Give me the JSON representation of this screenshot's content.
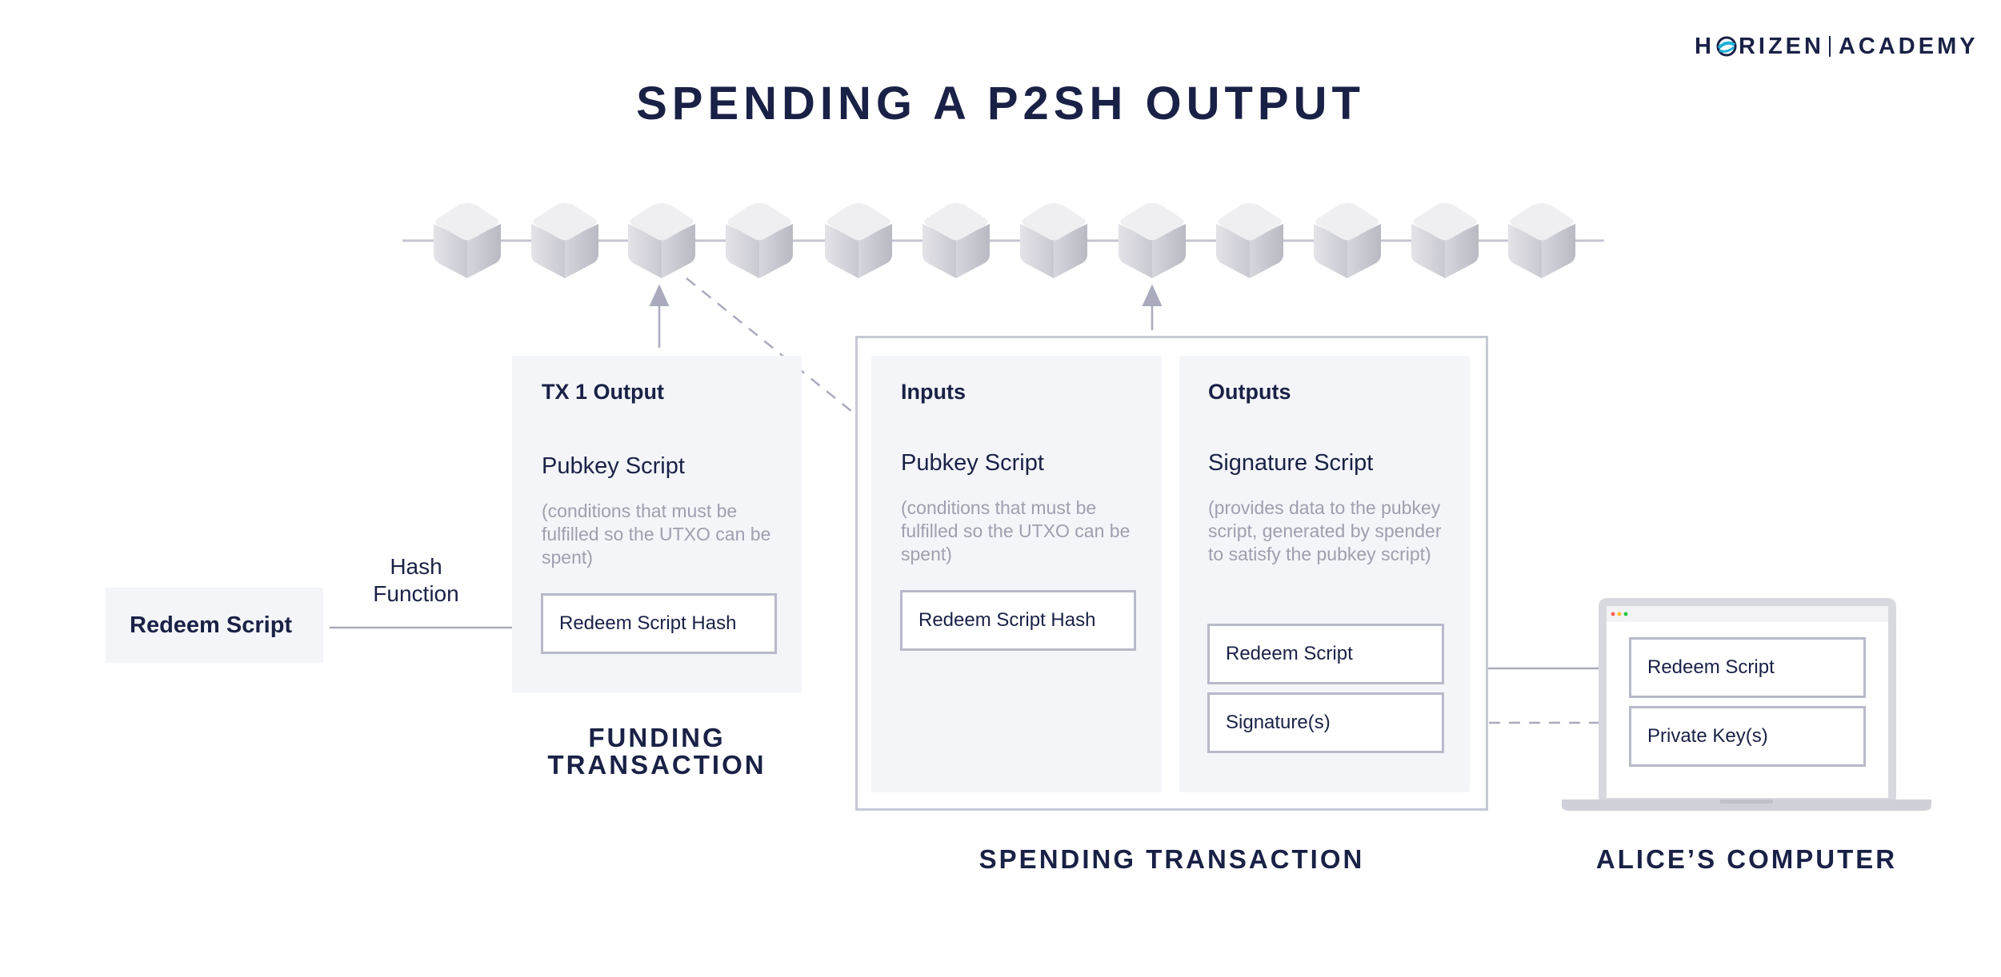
{
  "logo": {
    "brand": "H RIZEN",
    "brand_prefix": "H",
    "brand_suffix": "RIZEN",
    "academy": "ACADEMY"
  },
  "title": "SPENDING A P2SH OUTPUT",
  "redeem_script_block": {
    "label": "Redeem Script"
  },
  "hash_function": {
    "label": "Hash Function"
  },
  "funding_tx": {
    "heading": "TX 1 Output",
    "subhead": "Pubkey Script",
    "description": "(conditions that must be fulfilled so the UTXO can be spent)",
    "box": "Redeem Script Hash",
    "caption_line1": "FUNDING",
    "caption_line2": "TRANSACTION"
  },
  "spending_tx": {
    "inputs": {
      "heading": "Inputs",
      "subhead": "Pubkey Script",
      "description": "(conditions that must be fulfilled so the UTXO can be spent)",
      "box": "Redeem Script Hash"
    },
    "outputs": {
      "heading": "Outputs",
      "subhead": "Signature Script",
      "description": "(provides data to the pubkey script, generated by spender to satisfy the pubkey script)",
      "box_redeem": "Redeem Script",
      "box_signature": "Signature(s)"
    },
    "caption": "SPENDING TRANSACTION"
  },
  "alice": {
    "box_redeem": "Redeem Script",
    "box_private_key": "Private Key(s)",
    "caption": "ALICE’S COMPUTER"
  },
  "colors": {
    "navy": "#1a2146",
    "panel": "#f4f5f9",
    "border": "#b8b9c9",
    "arrow": "#a9abbd",
    "logo_accent": "#1fb0d6"
  }
}
